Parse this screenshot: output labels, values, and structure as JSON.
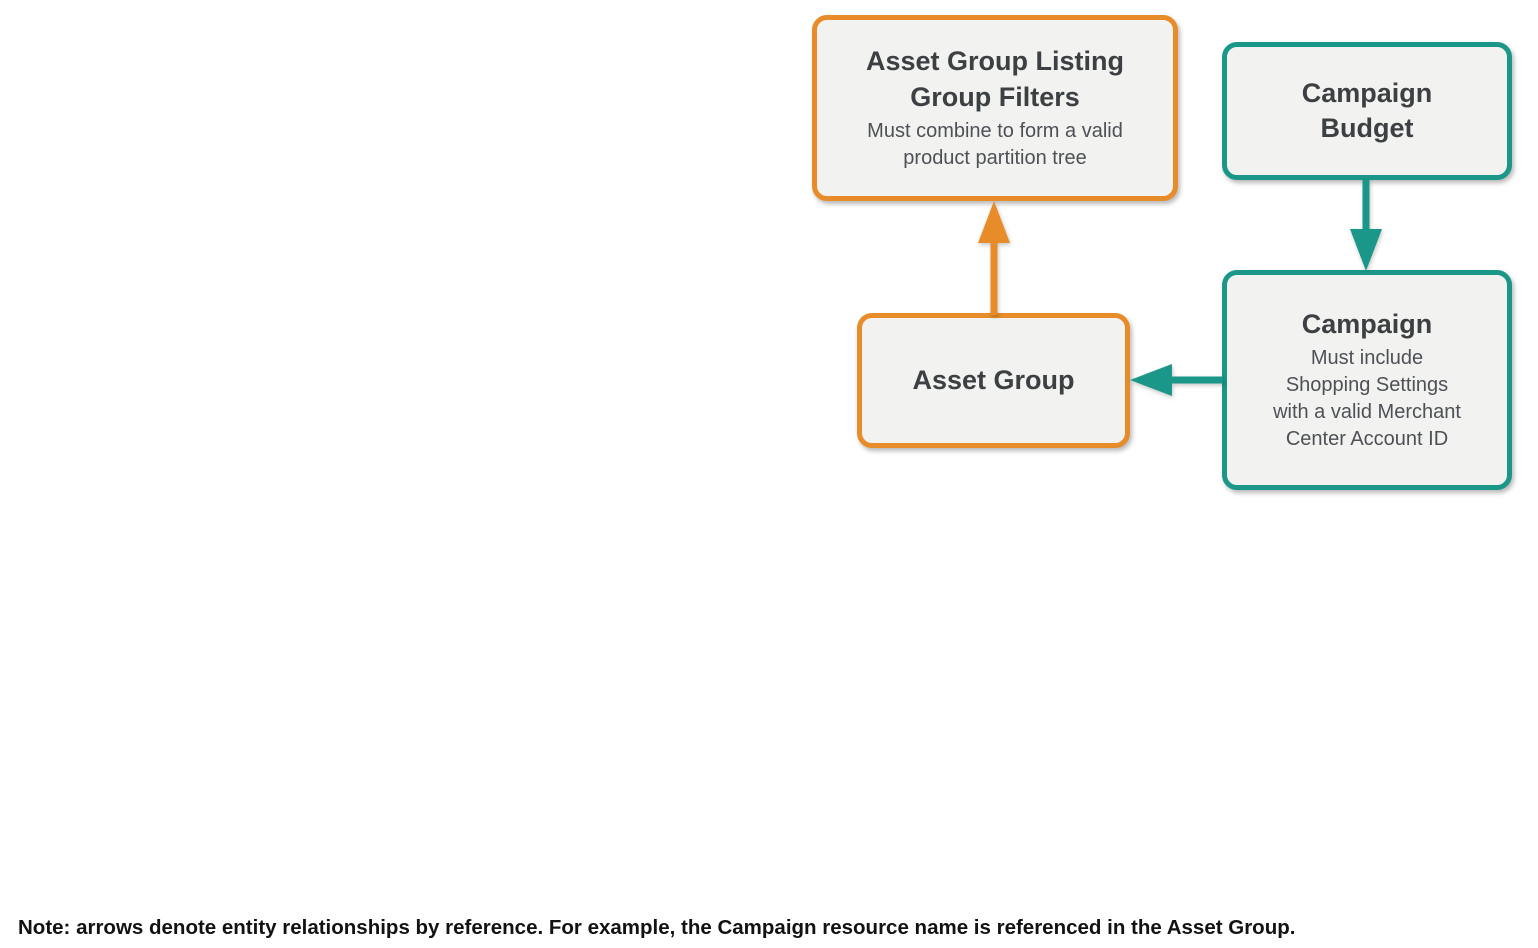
{
  "colors": {
    "orange": "#E78C28",
    "teal": "#1B9789",
    "node-fill": "#F2F2F1",
    "title-text": "#3C4043",
    "subtitle-text": "#4D5156",
    "note-text": "#121212",
    "background": "#FFFFFF"
  },
  "diagram": {
    "nodes": [
      {
        "id": "asset-group-listing-group-filters",
        "title": "Asset Group Listing Group Filters",
        "subtitle": "Must combine to form a valid product partition tree",
        "accent": "orange"
      },
      {
        "id": "campaign-budget",
        "title": "Campaign Budget",
        "subtitle": "",
        "accent": "teal"
      },
      {
        "id": "asset-group",
        "title": "Asset Group",
        "subtitle": "",
        "accent": "orange"
      },
      {
        "id": "campaign",
        "title": "Campaign",
        "subtitle": "Must include Shopping Settings with a valid Merchant Center Account ID",
        "accent": "teal"
      }
    ],
    "edges": [
      {
        "from": "asset-group",
        "to": "asset-group-listing-group-filters",
        "color": "orange",
        "direction": "up"
      },
      {
        "from": "campaign-budget",
        "to": "campaign",
        "color": "teal",
        "direction": "down"
      },
      {
        "from": "campaign",
        "to": "asset-group",
        "color": "teal",
        "direction": "left"
      }
    ]
  },
  "note": "Note: arrows denote entity relationships by reference. For example, the Campaign resource name is referenced in the Asset Group."
}
